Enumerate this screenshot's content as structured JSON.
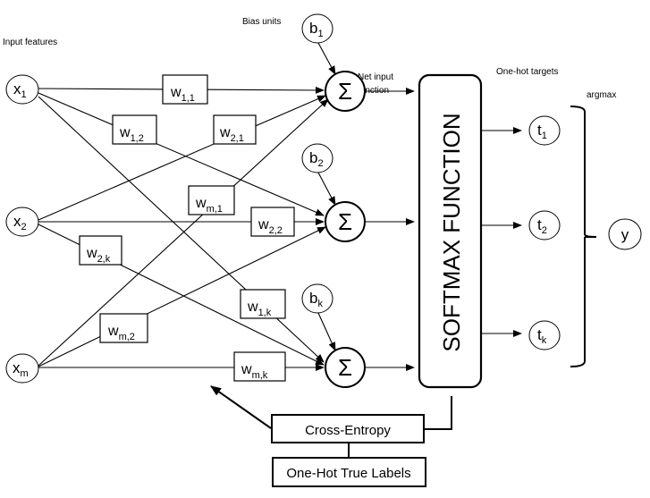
{
  "annotations": {
    "input_features": "Input features",
    "bias_units": "Bias units",
    "net_input_line1": "Net input",
    "net_input_line2": "function",
    "one_hot_targets": "One-hot targets",
    "argmax": "argmax"
  },
  "inputs": [
    {
      "base": "x",
      "sub": "1"
    },
    {
      "base": "x",
      "sub": "2"
    },
    {
      "base": "x",
      "sub": "m"
    }
  ],
  "biases": [
    {
      "base": "b",
      "sub": "1"
    },
    {
      "base": "b",
      "sub": "2"
    },
    {
      "base": "b",
      "sub": "k"
    }
  ],
  "sum_symbol": "Σ",
  "weights": [
    {
      "base": "w",
      "sub": "1,1"
    },
    {
      "base": "w",
      "sub": "1,2"
    },
    {
      "base": "w",
      "sub": "2,1"
    },
    {
      "base": "w",
      "sub": "m,1"
    },
    {
      "base": "w",
      "sub": "2,2"
    },
    {
      "base": "w",
      "sub": "2,k"
    },
    {
      "base": "w",
      "sub": "1,k"
    },
    {
      "base": "w",
      "sub": "m,2"
    },
    {
      "base": "w",
      "sub": "m,k"
    }
  ],
  "softmax_label": "SOFTMAX FUNCTION",
  "targets": [
    {
      "base": "t",
      "sub": "1"
    },
    {
      "base": "t",
      "sub": "2"
    },
    {
      "base": "t",
      "sub": "k"
    }
  ],
  "output": {
    "label": "y"
  },
  "cross_entropy_label": "Cross-Entropy",
  "true_labels_label": "One-Hot True Labels"
}
